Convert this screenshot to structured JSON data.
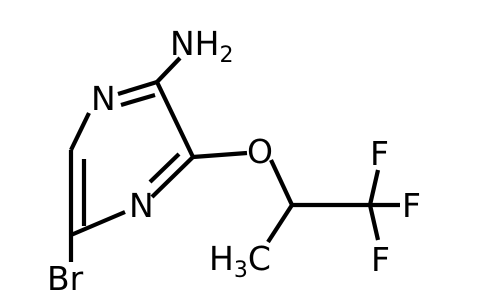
{
  "molecule": {
    "amine": {
      "label": "NH",
      "subscript": "2"
    },
    "ring_nitrogen_top": "N",
    "ring_nitrogen_bottom": "N",
    "ether_oxygen": "O",
    "bromine": "Br",
    "methyl": {
      "label": "H",
      "subscript": "3",
      "suffix": "C"
    },
    "fluorine_top": "F",
    "fluorine_right": "F",
    "fluorine_bottom": "F"
  },
  "colors": {
    "bond": "#000000",
    "text": "#000000",
    "background": "#ffffff"
  }
}
